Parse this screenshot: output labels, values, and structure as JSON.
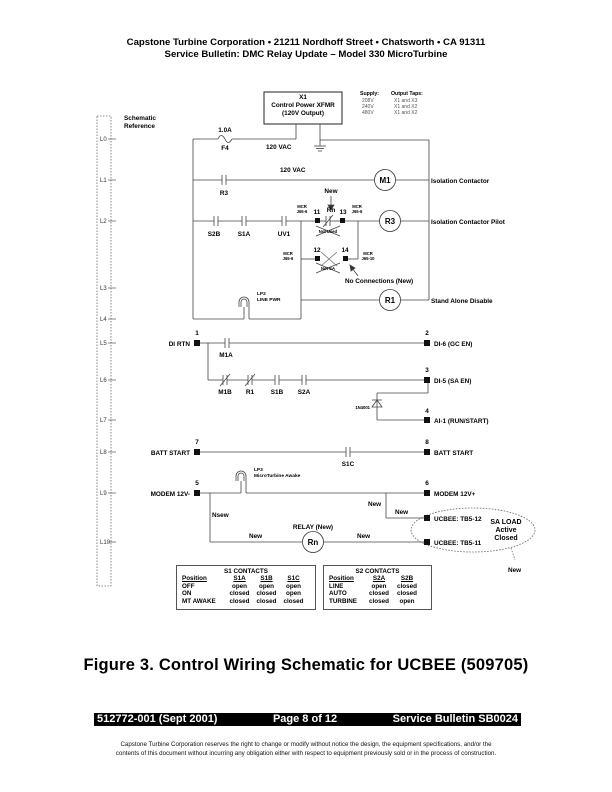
{
  "header": {
    "line1": "Capstone Turbine Corporation • 21211 Nordhoff Street • Chatsworth • CA 91311",
    "line2": "Service Bulletin: DMC Relay Update – Model 330 MicroTurbine"
  },
  "schematic": {
    "reference_title_1": "Schematic",
    "reference_title_2": "Reference",
    "rungs": [
      "L0",
      "L1",
      "L2",
      "L3",
      "L4",
      "L5",
      "L6",
      "L7",
      "L8",
      "L9",
      "L10"
    ],
    "transformer": {
      "name": "X1",
      "line2": "Control Power XFMR",
      "line3": "(120V Output)"
    },
    "supply_table": {
      "supply_header": "Supply:",
      "taps_header": "Output Taps:",
      "rows": [
        {
          "supply": "208V",
          "taps": "X1 and X3"
        },
        {
          "supply": "240V",
          "taps": "X1 and X2"
        },
        {
          "supply": "480V",
          "taps": "X1 and X2"
        }
      ]
    },
    "fuse": {
      "rating": "1.0A",
      "name": "F4"
    },
    "vac_1": "120 VAC",
    "vac_2": "120 VAC",
    "contacts": {
      "r3": "R3",
      "s2b": "S2B",
      "s1a": "S1A",
      "uv1": "UV1",
      "m1a": "M1A",
      "m1b": "M1B",
      "r1": "R1",
      "s1b": "S1B",
      "s2a": "S2A",
      "s1c": "S1C"
    },
    "coils": {
      "m1": "M1",
      "r3": "R3",
      "r1": "R1",
      "rn": "Rn"
    },
    "coil_labels": {
      "m1": "Isolation Contactor",
      "r3": "Isolation Contactor Pilot",
      "r1": "Stand Alone Disable"
    },
    "relay_block": {
      "new_label": "New",
      "rn_label": "Rn",
      "pin11": "11",
      "pin13": "13",
      "pin12": "12",
      "pin14": "14",
      "mcr_a": "MCR",
      "mcr_a2": "J65-6",
      "mcr_b": "MCR",
      "mcr_b2": "J65-6",
      "mcr_c": "MCR",
      "mcr_c2": "J65-6",
      "mcr_d": "MCR",
      "mcr_d2": "J65-10",
      "not_used_1": "Not Used",
      "not_used_2": "Not SA",
      "no_connections": "No Connections (New)"
    },
    "lamp_lp2": {
      "name": "LP2",
      "desc": "LINE PWR"
    },
    "lamp_lp3": {
      "name": "LP3",
      "desc": "MicroTurbine Awake"
    },
    "terminals": [
      {
        "num": "1",
        "label": "DI RTN"
      },
      {
        "num": "2",
        "label": "DI-6 (GC EN)"
      },
      {
        "num": "3",
        "label": "DI-5 (SA EN)"
      },
      {
        "num": "4",
        "label": "AI-1 (RUN/START)"
      },
      {
        "num": "7",
        "label": "BATT START"
      },
      {
        "num": "8",
        "label": "BATT START"
      },
      {
        "num": "5",
        "label": "MODEM 12V-"
      },
      {
        "num": "6",
        "label": "MODEM 12V+"
      },
      {
        "num": "",
        "label": "UCBEE: TB5-12"
      },
      {
        "num": "",
        "label": "UCBEE: TB5-11"
      }
    ],
    "diode": "1N4001",
    "relay_new": "RELAY (New)",
    "wire_new_labels": [
      "Nsew",
      "New",
      "New",
      "New",
      "New",
      "New"
    ],
    "sa_load": {
      "line1": "SA LOAD",
      "line2": "Active",
      "line3": "Closed"
    }
  },
  "s1_table": {
    "title": "S1 CONTACTS",
    "headers": [
      "Position",
      "S1A",
      "S1B",
      "S1C"
    ],
    "rows": [
      [
        "OFF",
        "open",
        "open",
        "open"
      ],
      [
        "ON",
        "closed",
        "closed",
        "open"
      ],
      [
        "MT AWAKE",
        "closed",
        "closed",
        "closed"
      ]
    ]
  },
  "s2_table": {
    "title": "S2 CONTACTS",
    "headers": [
      "Position",
      "S2A",
      "S2B"
    ],
    "rows": [
      [
        "LINE",
        "open",
        "closed"
      ],
      [
        "AUTO",
        "closed",
        "closed"
      ],
      [
        "TURBINE",
        "closed",
        "open"
      ]
    ]
  },
  "figure_caption": "Figure 3. Control Wiring Schematic for UCBEE (509705)",
  "footer": {
    "doc_number": "512772-001 (Sept 2001)",
    "page": "Page 8 of 12",
    "bulletin": "Service Bulletin SB0024",
    "disclaimer_1": "Capstone Turbine Corporation reserves the right to change or modify without notice the design, the equipment specifications, and/or the",
    "disclaimer_2": "contents of this document without incurring any obligation either with respect to equipment previously sold or in the process of construction."
  }
}
